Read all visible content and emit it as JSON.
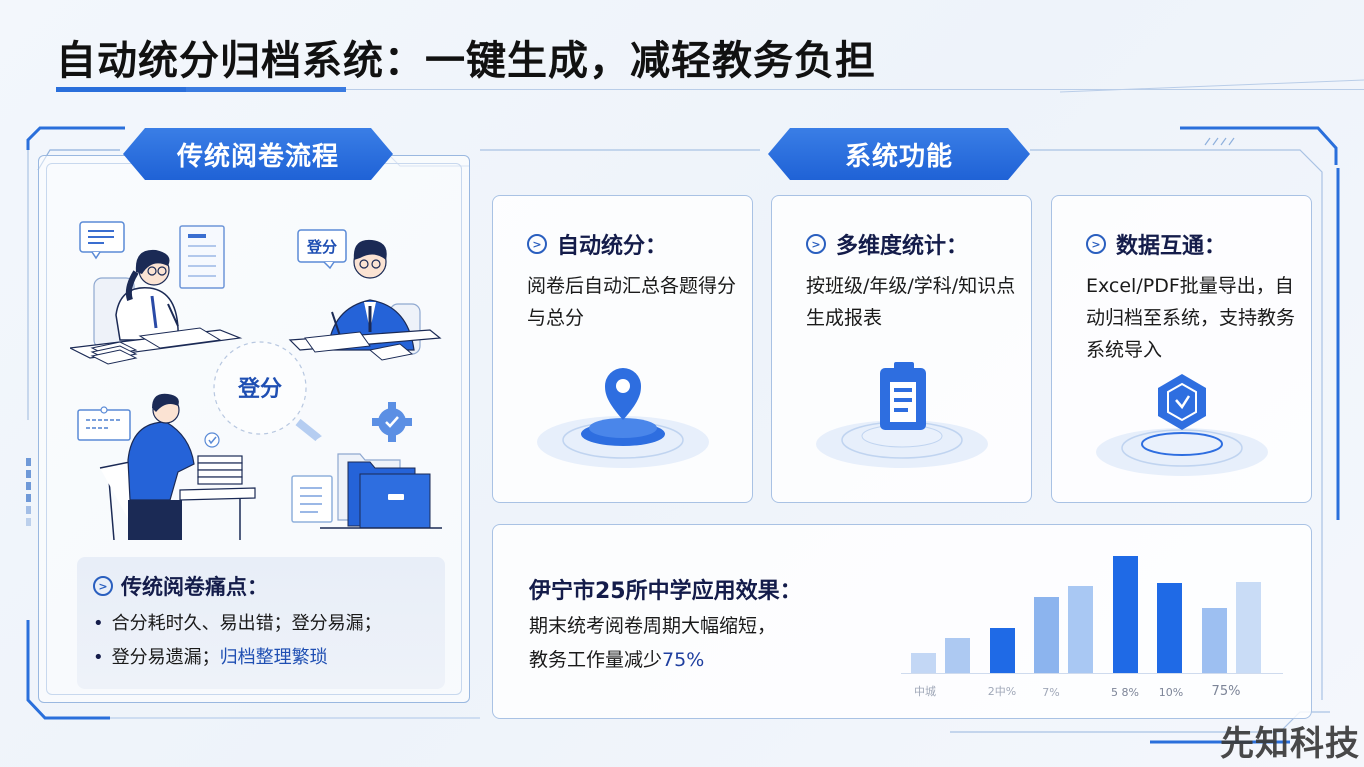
{
  "header": {
    "title": "自动统分归档系统：一键生成，减轻教务负担"
  },
  "left_section": {
    "banner": "传统阅卷流程",
    "illustration": {
      "center_label": "登分",
      "bubble_label": "登分"
    },
    "pain_points": {
      "title": "传统阅卷痛点：",
      "items": [
        {
          "text": "合分耗时久、易出错；登分易漏；",
          "highlight": ""
        },
        {
          "text": "登分易遗漏；",
          "highlight": "归档整理繁琐"
        }
      ]
    }
  },
  "right_section": {
    "banner": "系统功能",
    "cards": [
      {
        "title": "自动统分：",
        "body": "阅卷后自动汇总各题得分与总分",
        "icon": "location-pin-icon"
      },
      {
        "title": "多维度统计：",
        "body": "按班级/年级/学科/知识点生成报表",
        "icon": "clipboard-icon"
      },
      {
        "title": "数据互通：",
        "body": "Excel/PDF批量导出，自动归档至系统，支持教务系统导入",
        "icon": "shield-download-icon"
      }
    ],
    "results": {
      "title": "伊宁市25所中学应用效果：",
      "line1": "期末统考阅卷周期大幅缩短，",
      "line2_prefix": "教务工作量减少",
      "line2_highlight": "75%"
    }
  },
  "chart_data": {
    "type": "bar",
    "title": "",
    "categories": [
      "中城",
      "",
      "2中%",
      "",
      "7%",
      "",
      "5 8%",
      "10%",
      "",
      "75%"
    ],
    "tick_labels": [
      "中城",
      "2中%",
      "7%",
      "5 8%",
      "10%",
      "75%"
    ],
    "values": [
      16,
      30,
      41,
      72,
      83,
      100,
      78,
      56,
      78
    ],
    "colors": [
      "#c3d7f5",
      "#adc9f2",
      "#1f6ae6",
      "#8cb4ee",
      "#a9c8f3",
      "#1f6ae6",
      "#1f6ae6",
      "#9dbff1",
      "#c9dcf6"
    ],
    "xlabel": "",
    "ylabel": "",
    "grid": false
  },
  "watermark": "先知科技",
  "colors": {
    "accent": "#2a6fdb",
    "title_navy": "#141c4a",
    "highlight_blue": "#1f4fb3"
  }
}
